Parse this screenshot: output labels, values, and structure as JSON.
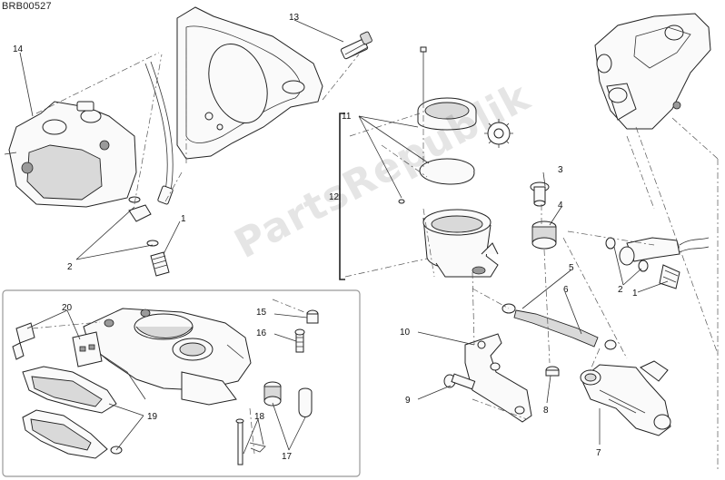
{
  "diagram": {
    "code": "BRB00527",
    "watermark": "PartsRepublik",
    "callouts": [
      "1",
      "2",
      "3",
      "4",
      "5",
      "6",
      "7",
      "8",
      "9",
      "10",
      "11",
      "12",
      "13",
      "14",
      "15",
      "16",
      "17",
      "18",
      "19",
      "20",
      "1",
      "2"
    ]
  },
  "colors": {
    "line": "#222222",
    "shade": "#d9d9d9",
    "frame": "#999999"
  },
  "icons": [
    "gear-icon"
  ]
}
